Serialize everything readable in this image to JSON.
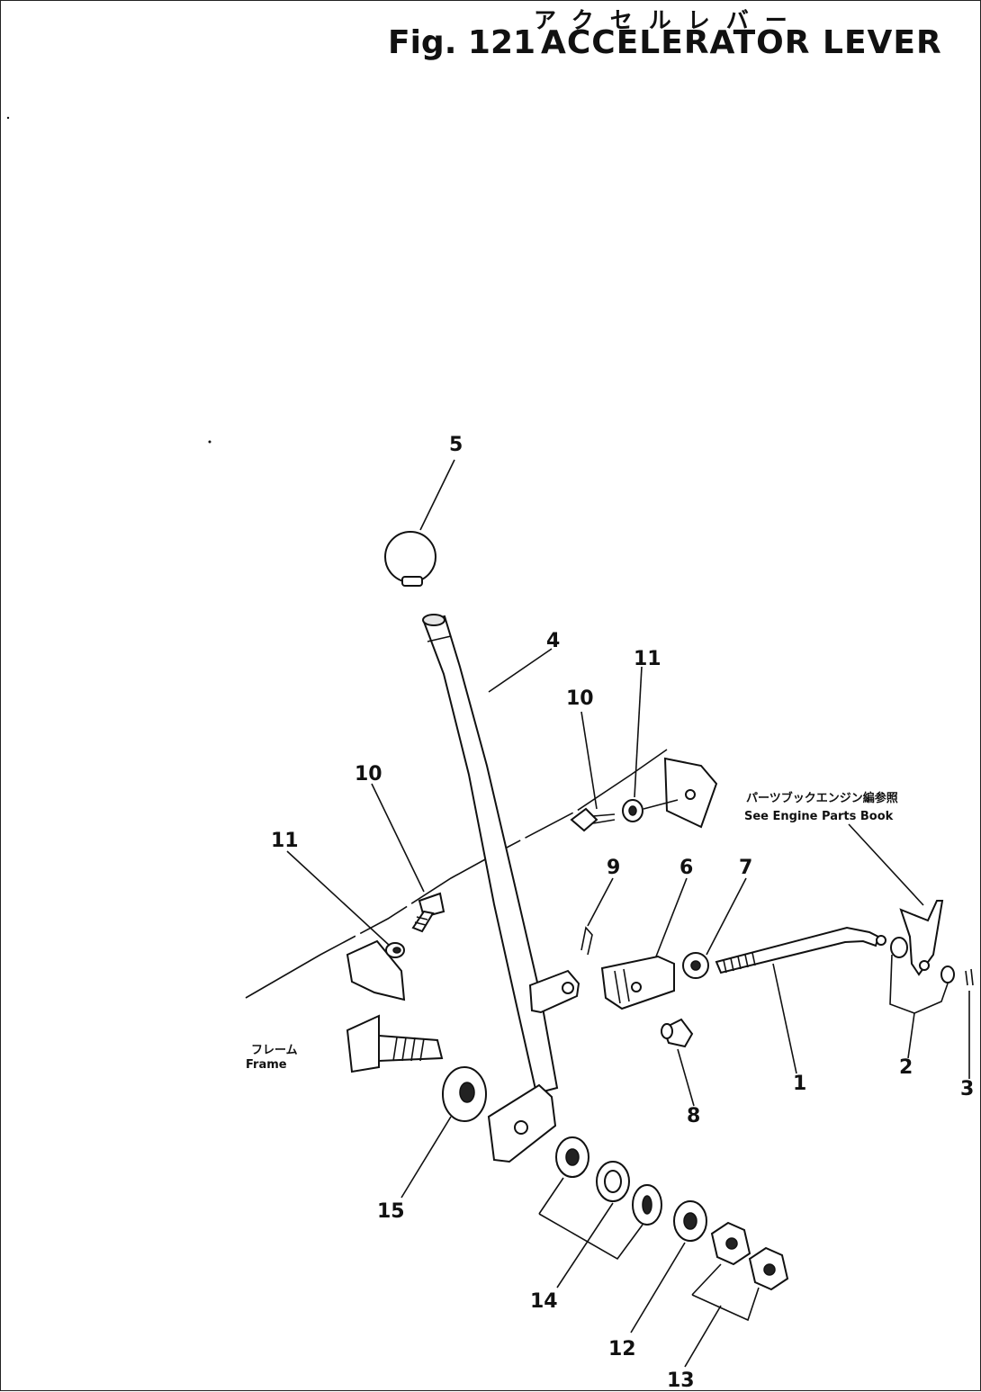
{
  "header": {
    "title_ja": "アクセルレバー",
    "fig_number": "Fig. 121",
    "title_en": "ACCELERATOR LEVER"
  },
  "notes": {
    "frame_ja": "フレーム",
    "frame_en": "Frame",
    "engine_ref_ja": "パーツブックエンジン編参照",
    "engine_ref_en": "See Engine Parts Book"
  },
  "callouts": [
    "5",
    "4",
    "11",
    "10",
    "10",
    "11",
    "9",
    "6",
    "7",
    "1",
    "2",
    "3",
    "8",
    "15",
    "14",
    "12",
    "13"
  ]
}
